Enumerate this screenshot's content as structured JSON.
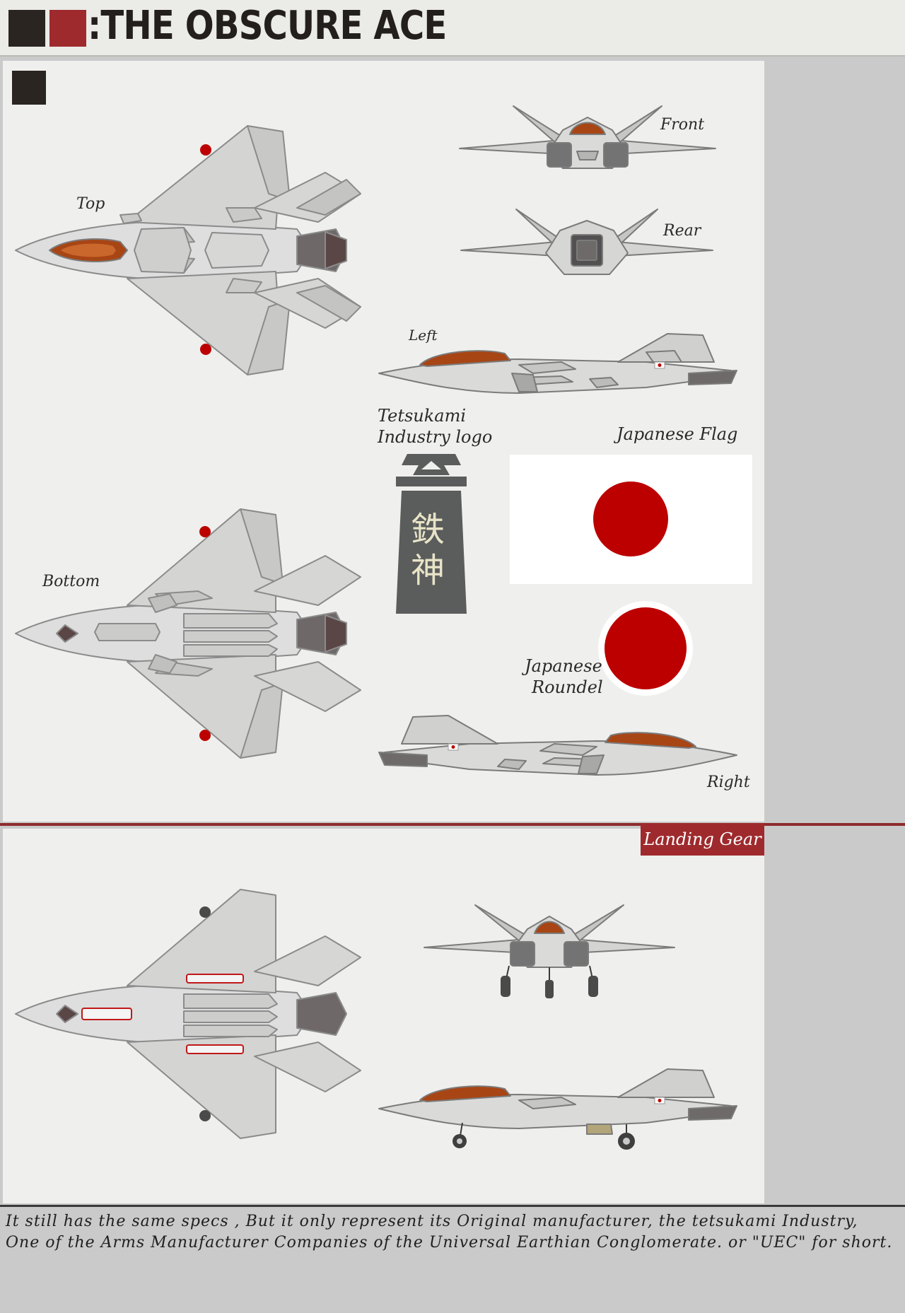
{
  "header": {
    "title": ":THE OBSCURE ACE"
  },
  "views": {
    "top": "Top",
    "front": "Front",
    "rear": "Rear",
    "left": "Left",
    "bottom": "Bottom",
    "right": "Right"
  },
  "logo": {
    "caption_line1": "Tetsukami",
    "caption_line2": "Industry logo",
    "kanji": "鉄神"
  },
  "flag": {
    "label": "Japanese Flag"
  },
  "roundel": {
    "label_line1": "Japanese",
    "label_line2": "Roundel"
  },
  "landing_gear": {
    "label": "Landing Gear"
  },
  "caption": {
    "line1": "It still has the same specs , But it only represent its Original manufacturer, the tetsukami Industry,",
    "line2": "One of the Arms Manufacturer Companies of the Universal Earthian Conglomerate. or \"UEC\" for short."
  },
  "colors": {
    "accent_red": "#9e2a2d",
    "hinomaru_red": "#bc0000",
    "hull_grey": "#dcdcdb",
    "canopy_orange": "#b4521c",
    "logo_grey": "#5a5d5b"
  }
}
